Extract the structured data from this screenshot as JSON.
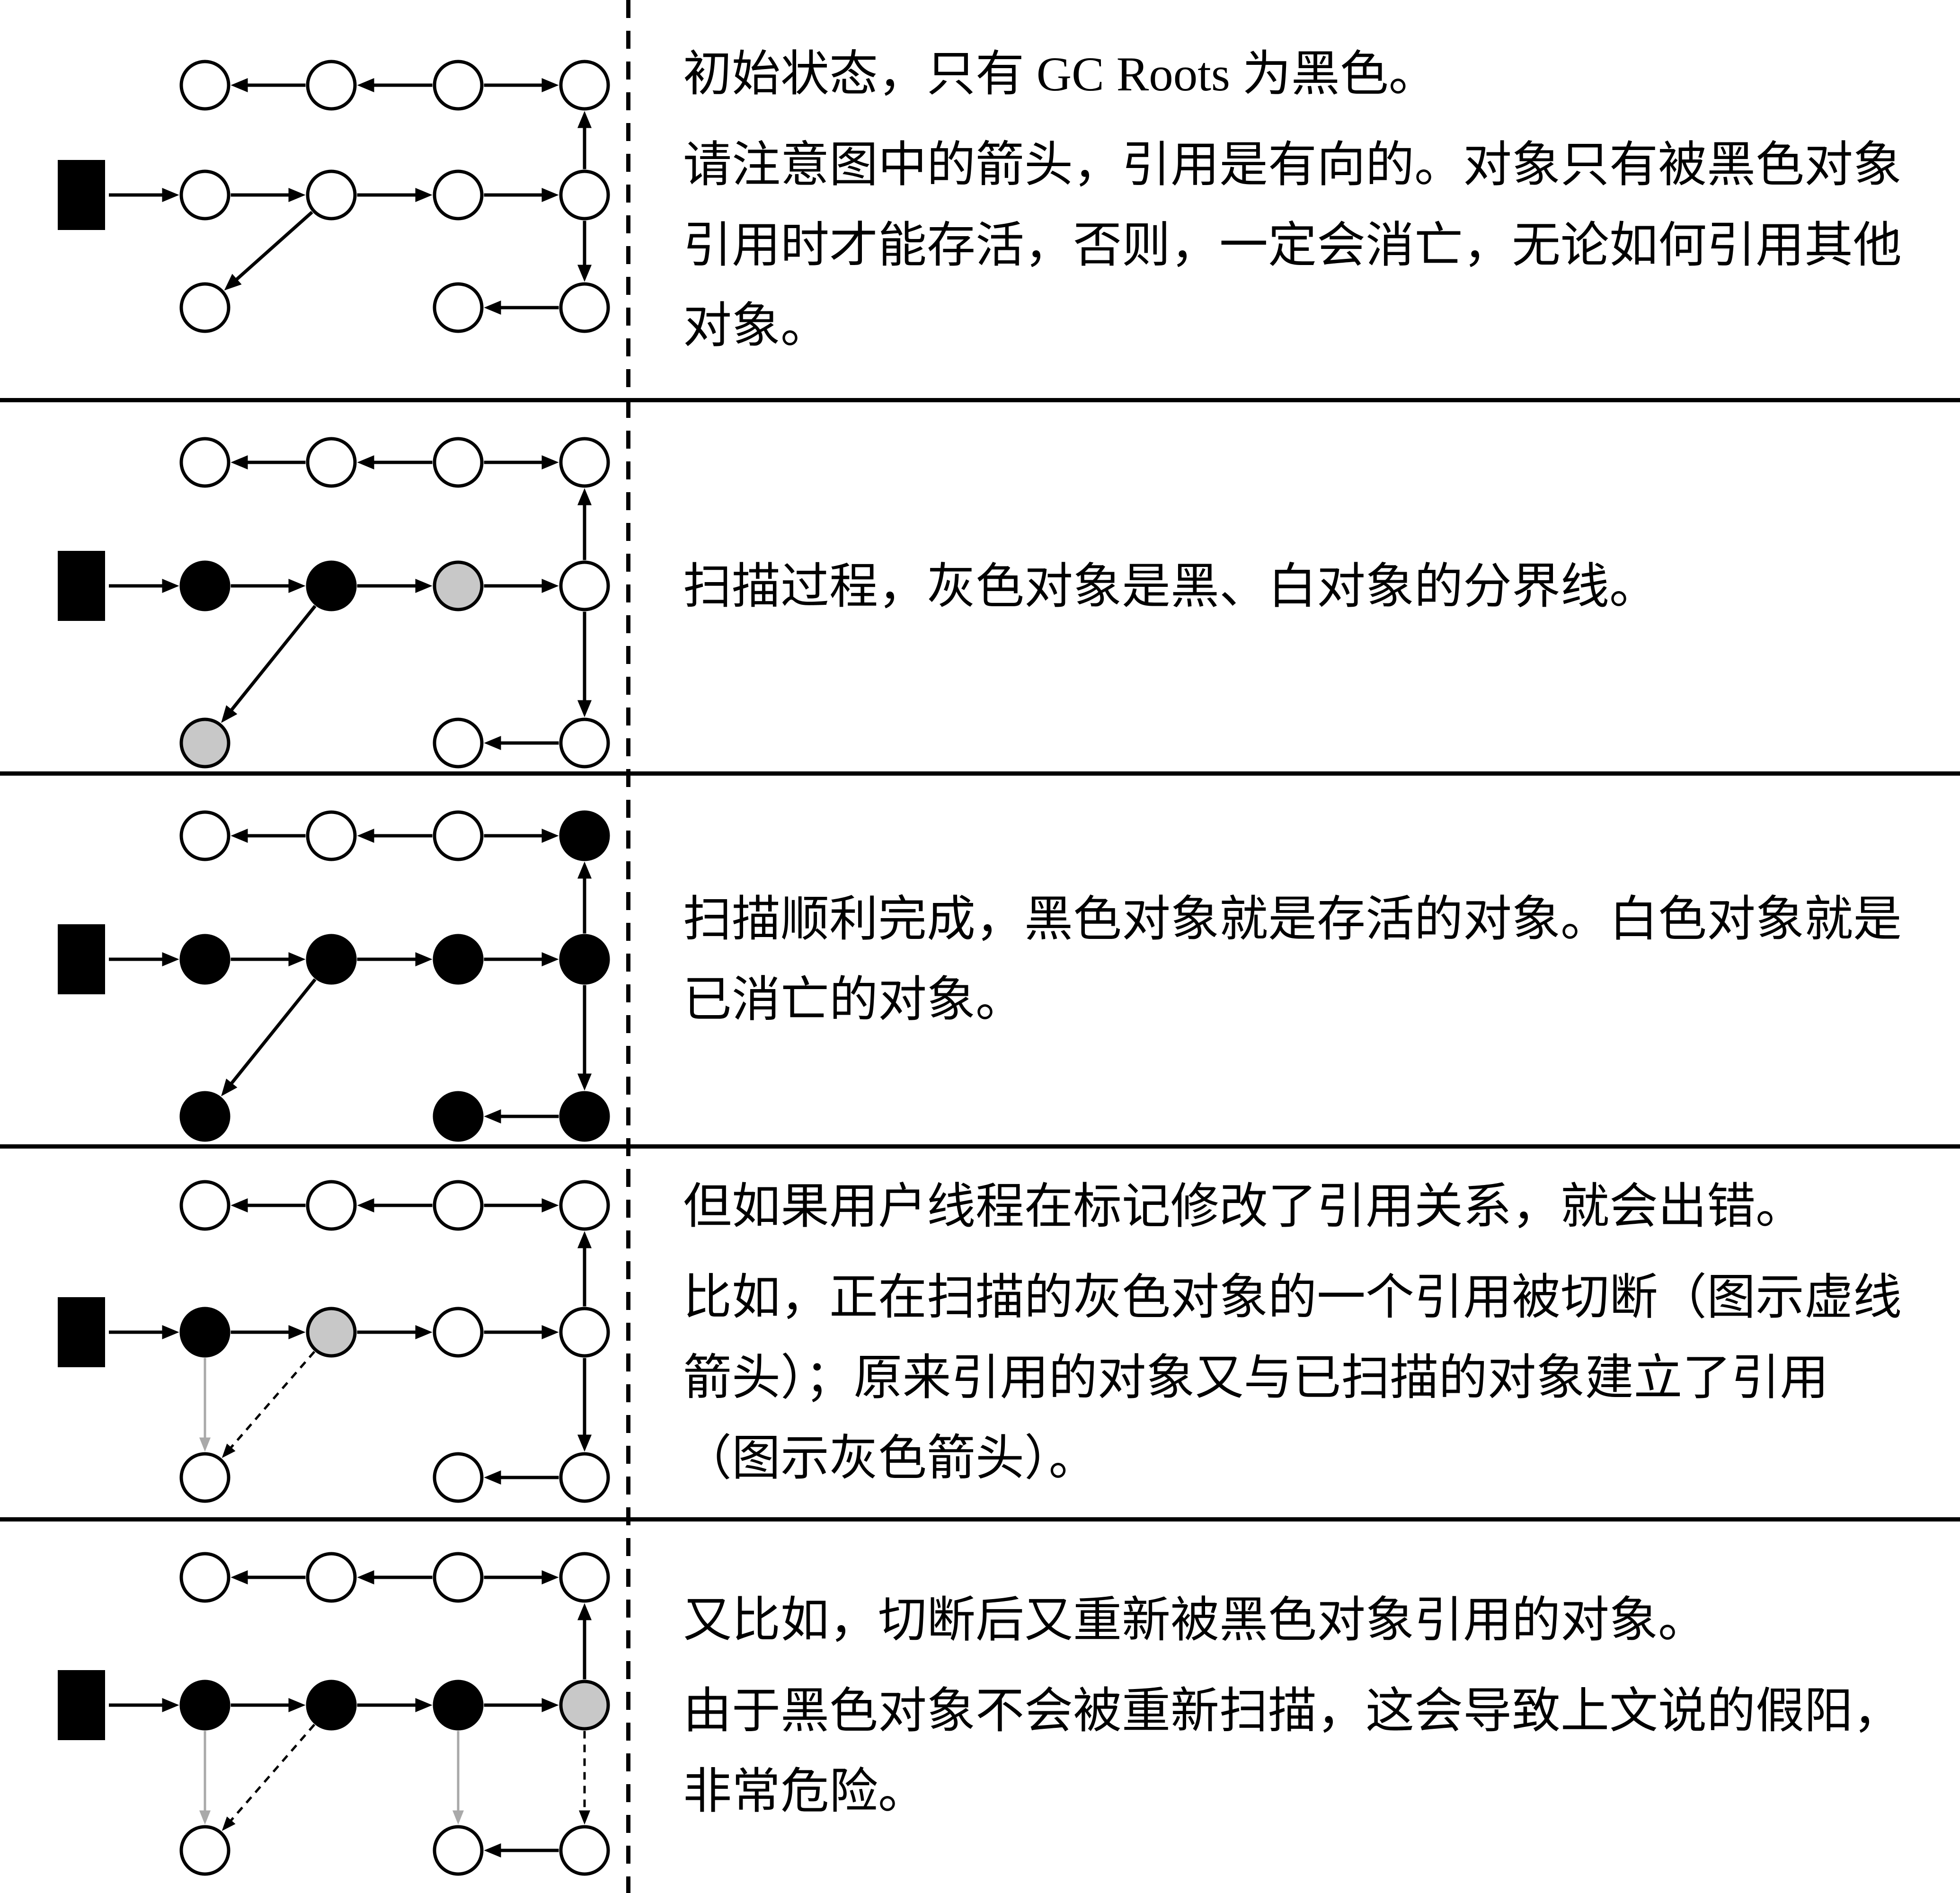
{
  "palette": {
    "black": "#000000",
    "white": "#ffffff",
    "gray": "#c8c8c8",
    "arrow_gray": "#a9a9a9",
    "line": "#000000",
    "background": "#ffffff"
  },
  "rows": [
    {
      "paragraphs": [
        "初始状态，只有 GC Roots 为黑色。",
        "请注意图中的箭头，引用是有向的。对象只有被黑色对象\n引用时才能存活，否则，一定会消亡，无论如何引用其他\n对象。"
      ],
      "diagram": {
        "nodes": [
          {
            "id": "root",
            "shape": "square",
            "col": 0,
            "level": "mid",
            "fill": "black"
          },
          {
            "id": "t1",
            "col": 1,
            "level": "top",
            "fill": "white"
          },
          {
            "id": "t2",
            "col": 2,
            "level": "top",
            "fill": "white"
          },
          {
            "id": "t3",
            "col": 3,
            "level": "top",
            "fill": "white"
          },
          {
            "id": "t4",
            "col": 4,
            "level": "top",
            "fill": "white"
          },
          {
            "id": "m1",
            "col": 1,
            "level": "mid",
            "fill": "white"
          },
          {
            "id": "m2",
            "col": 2,
            "level": "mid",
            "fill": "white"
          },
          {
            "id": "m3",
            "col": 3,
            "level": "mid",
            "fill": "white"
          },
          {
            "id": "m4",
            "col": 4,
            "level": "mid",
            "fill": "white"
          },
          {
            "id": "b1",
            "col": 1,
            "level": "bottom",
            "fill": "white"
          },
          {
            "id": "b3",
            "col": 3,
            "level": "bottom",
            "fill": "white"
          },
          {
            "id": "b4",
            "col": 4,
            "level": "bottom",
            "fill": "white"
          }
        ],
        "edges": [
          {
            "f": "t2",
            "t": "t1",
            "s": "solid"
          },
          {
            "f": "t3",
            "t": "t2",
            "s": "solid"
          },
          {
            "f": "t3",
            "t": "t4",
            "s": "solid"
          },
          {
            "f": "m4",
            "t": "t4",
            "s": "solid"
          },
          {
            "f": "root",
            "t": "m1",
            "s": "solid"
          },
          {
            "f": "m1",
            "t": "m2",
            "s": "solid"
          },
          {
            "f": "m2",
            "t": "m3",
            "s": "solid"
          },
          {
            "f": "m3",
            "t": "m4",
            "s": "solid"
          },
          {
            "f": "m2",
            "t": "b1",
            "s": "solid"
          },
          {
            "f": "m4",
            "t": "b4",
            "s": "solid"
          },
          {
            "f": "b4",
            "t": "b3",
            "s": "solid"
          }
        ]
      }
    },
    {
      "paragraphs": [
        "扫描过程，灰色对象是黑、白对象的分界线。"
      ],
      "diagram": {
        "nodes": [
          {
            "id": "root",
            "shape": "square",
            "col": 0,
            "level": "mid",
            "fill": "black"
          },
          {
            "id": "t1",
            "col": 1,
            "level": "top",
            "fill": "white"
          },
          {
            "id": "t2",
            "col": 2,
            "level": "top",
            "fill": "white"
          },
          {
            "id": "t3",
            "col": 3,
            "level": "top",
            "fill": "white"
          },
          {
            "id": "t4",
            "col": 4,
            "level": "top",
            "fill": "white"
          },
          {
            "id": "m1",
            "col": 1,
            "level": "mid",
            "fill": "black"
          },
          {
            "id": "m2",
            "col": 2,
            "level": "mid",
            "fill": "black"
          },
          {
            "id": "m3",
            "col": 3,
            "level": "mid",
            "fill": "gray"
          },
          {
            "id": "m4",
            "col": 4,
            "level": "mid",
            "fill": "white"
          },
          {
            "id": "b1",
            "col": 1,
            "level": "bottom",
            "fill": "gray"
          },
          {
            "id": "b3",
            "col": 3,
            "level": "bottom",
            "fill": "white"
          },
          {
            "id": "b4",
            "col": 4,
            "level": "bottom",
            "fill": "white"
          }
        ],
        "edges": [
          {
            "f": "t2",
            "t": "t1",
            "s": "solid"
          },
          {
            "f": "t3",
            "t": "t2",
            "s": "solid"
          },
          {
            "f": "t3",
            "t": "t4",
            "s": "solid"
          },
          {
            "f": "m4",
            "t": "t4",
            "s": "solid"
          },
          {
            "f": "root",
            "t": "m1",
            "s": "solid"
          },
          {
            "f": "m1",
            "t": "m2",
            "s": "solid"
          },
          {
            "f": "m2",
            "t": "m3",
            "s": "solid"
          },
          {
            "f": "m3",
            "t": "m4",
            "s": "solid"
          },
          {
            "f": "m2",
            "t": "b1",
            "s": "solid"
          },
          {
            "f": "m4",
            "t": "b4",
            "s": "solid"
          },
          {
            "f": "b4",
            "t": "b3",
            "s": "solid"
          }
        ]
      }
    },
    {
      "paragraphs": [
        "扫描顺利完成，黑色对象就是存活的对象。白色对象就是\n已消亡的对象。"
      ],
      "diagram": {
        "nodes": [
          {
            "id": "root",
            "shape": "square",
            "col": 0,
            "level": "mid",
            "fill": "black"
          },
          {
            "id": "t1",
            "col": 1,
            "level": "top",
            "fill": "white"
          },
          {
            "id": "t2",
            "col": 2,
            "level": "top",
            "fill": "white"
          },
          {
            "id": "t3",
            "col": 3,
            "level": "top",
            "fill": "white"
          },
          {
            "id": "t4",
            "col": 4,
            "level": "top",
            "fill": "black"
          },
          {
            "id": "m1",
            "col": 1,
            "level": "mid",
            "fill": "black"
          },
          {
            "id": "m2",
            "col": 2,
            "level": "mid",
            "fill": "black"
          },
          {
            "id": "m3",
            "col": 3,
            "level": "mid",
            "fill": "black"
          },
          {
            "id": "m4",
            "col": 4,
            "level": "mid",
            "fill": "black"
          },
          {
            "id": "b1",
            "col": 1,
            "level": "bottom",
            "fill": "black"
          },
          {
            "id": "b3",
            "col": 3,
            "level": "bottom",
            "fill": "black"
          },
          {
            "id": "b4",
            "col": 4,
            "level": "bottom",
            "fill": "black"
          }
        ],
        "edges": [
          {
            "f": "t2",
            "t": "t1",
            "s": "solid"
          },
          {
            "f": "t3",
            "t": "t2",
            "s": "solid"
          },
          {
            "f": "t3",
            "t": "t4",
            "s": "solid"
          },
          {
            "f": "m4",
            "t": "t4",
            "s": "solid"
          },
          {
            "f": "root",
            "t": "m1",
            "s": "solid"
          },
          {
            "f": "m1",
            "t": "m2",
            "s": "solid"
          },
          {
            "f": "m2",
            "t": "m3",
            "s": "solid"
          },
          {
            "f": "m3",
            "t": "m4",
            "s": "solid"
          },
          {
            "f": "m2",
            "t": "b1",
            "s": "solid"
          },
          {
            "f": "m4",
            "t": "b4",
            "s": "solid"
          },
          {
            "f": "b4",
            "t": "b3",
            "s": "solid"
          }
        ]
      }
    },
    {
      "paragraphs": [
        "但如果用户线程在标记修改了引用关系，就会出错。",
        "比如，正在扫描的灰色对象的一个引用被切断（图示虚线\n箭头）；原来引用的对象又与已扫描的对象建立了引用\n（图示灰色箭头）。"
      ],
      "diagram": {
        "nodes": [
          {
            "id": "root",
            "shape": "square",
            "col": 0,
            "level": "mid",
            "fill": "black"
          },
          {
            "id": "t1",
            "col": 1,
            "level": "top",
            "fill": "white"
          },
          {
            "id": "t2",
            "col": 2,
            "level": "top",
            "fill": "white"
          },
          {
            "id": "t3",
            "col": 3,
            "level": "top",
            "fill": "white"
          },
          {
            "id": "t4",
            "col": 4,
            "level": "top",
            "fill": "white"
          },
          {
            "id": "m1",
            "col": 1,
            "level": "mid",
            "fill": "black"
          },
          {
            "id": "m2",
            "col": 2,
            "level": "mid",
            "fill": "gray"
          },
          {
            "id": "m3",
            "col": 3,
            "level": "mid",
            "fill": "white"
          },
          {
            "id": "m4",
            "col": 4,
            "level": "mid",
            "fill": "white"
          },
          {
            "id": "b1",
            "col": 1,
            "level": "bottom",
            "fill": "white"
          },
          {
            "id": "b3",
            "col": 3,
            "level": "bottom",
            "fill": "white"
          },
          {
            "id": "b4",
            "col": 4,
            "level": "bottom",
            "fill": "white"
          }
        ],
        "edges": [
          {
            "f": "t2",
            "t": "t1",
            "s": "solid"
          },
          {
            "f": "t3",
            "t": "t2",
            "s": "solid"
          },
          {
            "f": "t3",
            "t": "t4",
            "s": "solid"
          },
          {
            "f": "m4",
            "t": "t4",
            "s": "solid"
          },
          {
            "f": "root",
            "t": "m1",
            "s": "solid"
          },
          {
            "f": "m1",
            "t": "m2",
            "s": "solid"
          },
          {
            "f": "m2",
            "t": "m3",
            "s": "solid"
          },
          {
            "f": "m3",
            "t": "m4",
            "s": "solid"
          },
          {
            "f": "m1",
            "t": "b1",
            "s": "gray"
          },
          {
            "f": "m2",
            "t": "b1",
            "s": "dashed"
          },
          {
            "f": "m4",
            "t": "b4",
            "s": "solid"
          },
          {
            "f": "b4",
            "t": "b3",
            "s": "solid"
          }
        ]
      }
    },
    {
      "paragraphs": [
        "又比如，切断后又重新被黑色对象引用的对象。",
        "由于黑色对象不会被重新扫描，这会导致上文说的假阳，\n非常危险。"
      ],
      "diagram": {
        "nodes": [
          {
            "id": "root",
            "shape": "square",
            "col": 0,
            "level": "mid",
            "fill": "black"
          },
          {
            "id": "t1",
            "col": 1,
            "level": "top",
            "fill": "white"
          },
          {
            "id": "t2",
            "col": 2,
            "level": "top",
            "fill": "white"
          },
          {
            "id": "t3",
            "col": 3,
            "level": "top",
            "fill": "white"
          },
          {
            "id": "t4",
            "col": 4,
            "level": "top",
            "fill": "white"
          },
          {
            "id": "m1",
            "col": 1,
            "level": "mid",
            "fill": "black"
          },
          {
            "id": "m2",
            "col": 2,
            "level": "mid",
            "fill": "black"
          },
          {
            "id": "m3",
            "col": 3,
            "level": "mid",
            "fill": "black"
          },
          {
            "id": "m4",
            "col": 4,
            "level": "mid",
            "fill": "gray"
          },
          {
            "id": "b1",
            "col": 1,
            "level": "bottom",
            "fill": "white"
          },
          {
            "id": "b3",
            "col": 3,
            "level": "bottom",
            "fill": "white"
          },
          {
            "id": "b4",
            "col": 4,
            "level": "bottom",
            "fill": "white"
          }
        ],
        "edges": [
          {
            "f": "t2",
            "t": "t1",
            "s": "solid"
          },
          {
            "f": "t3",
            "t": "t2",
            "s": "solid"
          },
          {
            "f": "t3",
            "t": "t4",
            "s": "solid"
          },
          {
            "f": "m4",
            "t": "t4",
            "s": "solid"
          },
          {
            "f": "root",
            "t": "m1",
            "s": "solid"
          },
          {
            "f": "m1",
            "t": "m2",
            "s": "solid"
          },
          {
            "f": "m2",
            "t": "m3",
            "s": "solid"
          },
          {
            "f": "m3",
            "t": "m4",
            "s": "solid"
          },
          {
            "f": "m1",
            "t": "b1",
            "s": "gray"
          },
          {
            "f": "m2",
            "t": "b1",
            "s": "dashed"
          },
          {
            "f": "m3",
            "t": "b3",
            "s": "gray"
          },
          {
            "f": "m4",
            "t": "b4",
            "s": "dashed"
          },
          {
            "f": "b4",
            "t": "b3",
            "s": "solid"
          }
        ]
      }
    }
  ]
}
